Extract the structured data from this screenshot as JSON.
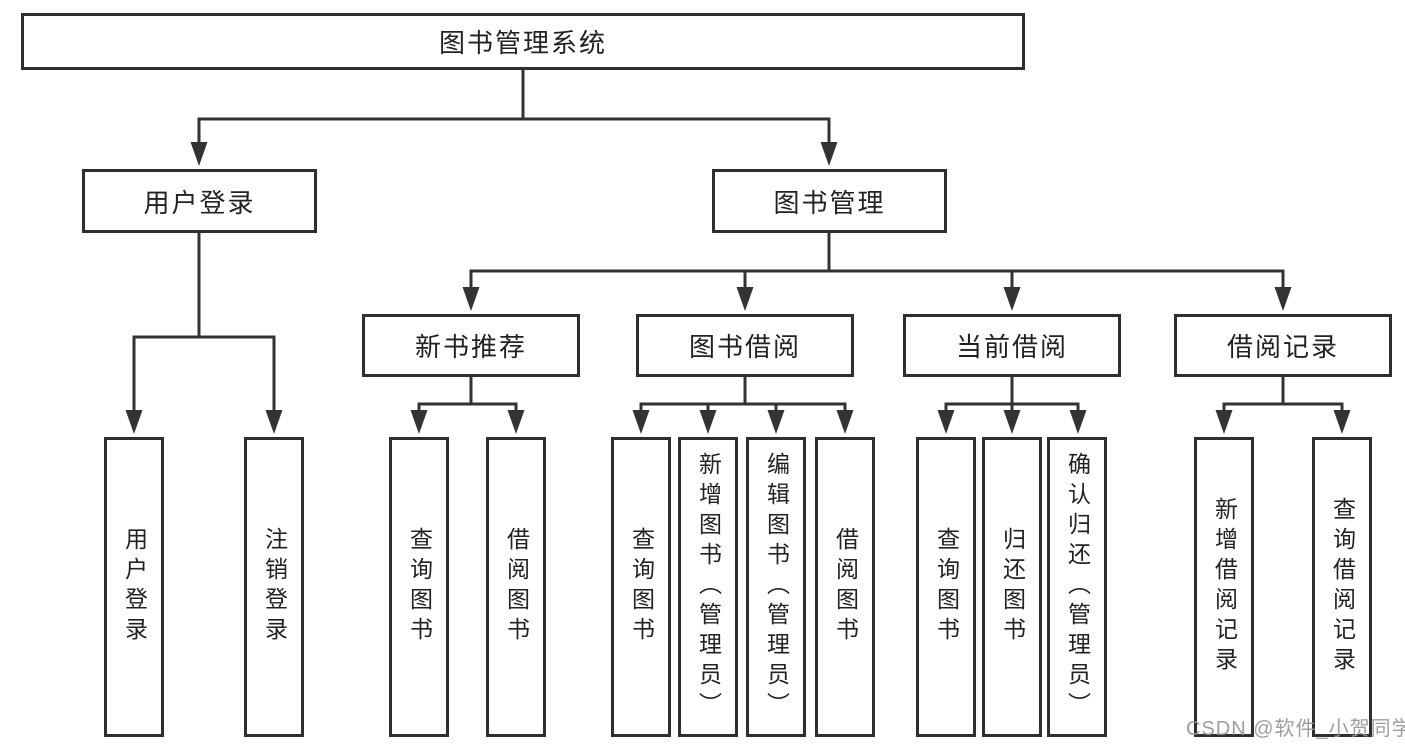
{
  "diagram": {
    "root": {
      "label": "图书管理系统"
    },
    "branches": {
      "user_login": {
        "label": "用户登录",
        "children": [
          "用户登录",
          "注销登录"
        ]
      },
      "book_mgmt": {
        "label": "图书管理"
      }
    },
    "modules": [
      {
        "label": "新书推荐",
        "children": [
          "查询图书",
          "借阅图书"
        ]
      },
      {
        "label": "图书借阅",
        "children": [
          "查询图书",
          "新增图书（管理员）",
          "编辑图书（管理员）",
          "借阅图书"
        ]
      },
      {
        "label": "当前借阅",
        "children": [
          "查询图书",
          "归还图书",
          "确认归还（管理员）"
        ]
      },
      {
        "label": "借阅记录",
        "children": [
          "新增借阅记录",
          "查询借阅记录"
        ]
      }
    ],
    "colors": {
      "line": "#333333",
      "border": "#2f2f2f",
      "text": "#222222",
      "watermark": "#969696",
      "background": "#ffffff"
    }
  },
  "watermark": {
    "text": "CSDN @软件_小贺同学"
  }
}
